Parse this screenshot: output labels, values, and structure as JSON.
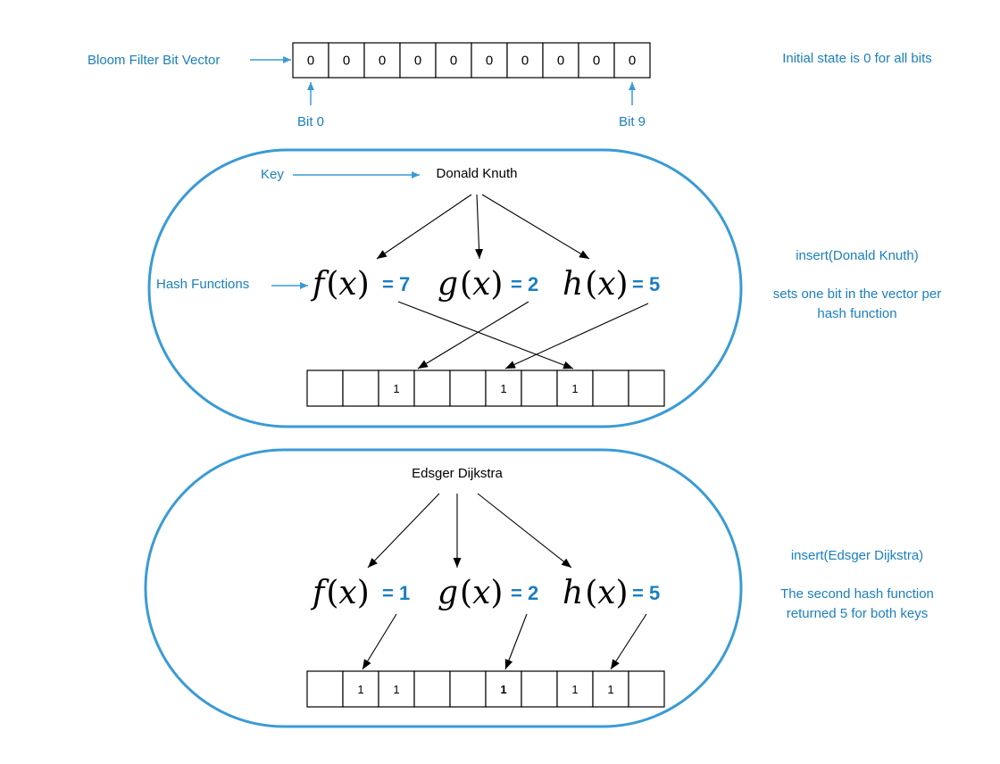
{
  "colors": {
    "accent": "#1a7fbf",
    "pill": "#3a9bd5",
    "highlight": "#c0283c"
  },
  "top": {
    "vector_label": "Bloom Filter Bit Vector",
    "bits": [
      "0",
      "0",
      "0",
      "0",
      "0",
      "0",
      "0",
      "0",
      "0",
      "0"
    ],
    "bit0_label": "Bit 0",
    "bit9_label": "Bit 9",
    "note": "Initial state is 0 for all bits"
  },
  "insert1": {
    "key_label": "Key",
    "key": "Donald Knuth",
    "hash_label": "Hash Functions",
    "hashes": [
      {
        "fn": "f",
        "var": "x",
        "result": "= 7"
      },
      {
        "fn": "g",
        "var": "x",
        "result": "= 2"
      },
      {
        "fn": "h",
        "var": "x",
        "result": "= 5"
      }
    ],
    "bits": [
      "",
      "",
      "1",
      "",
      "",
      "1",
      "",
      "1",
      "",
      ""
    ],
    "op": "insert(Donald Knuth)",
    "note_line1": "sets one bit in the vector per",
    "note_line2": "hash function"
  },
  "insert2": {
    "key": "Edsger Dijkstra",
    "hashes": [
      {
        "fn": "f",
        "var": "x",
        "result": "= 1"
      },
      {
        "fn": "g",
        "var": "x",
        "result": "= 2"
      },
      {
        "fn": "h",
        "var": "x",
        "result": "= 5"
      }
    ],
    "bits": [
      "",
      "1",
      "1",
      "",
      "",
      "1",
      "",
      "1",
      "1",
      ""
    ],
    "highlight_bit": 5,
    "op": "insert(Edsger Dijkstra)",
    "note_line1": "The second hash function",
    "note_line2": "returned 5 for both keys"
  }
}
